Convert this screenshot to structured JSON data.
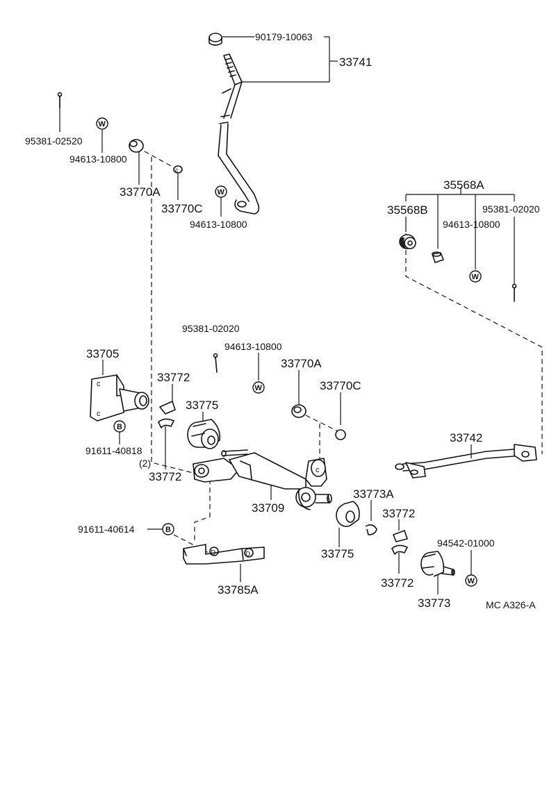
{
  "parts": {
    "p33741": "33741",
    "p90179_10063": "90179-10063",
    "p95381_02520": "95381-02520",
    "p94613_10800_a": "94613-10800",
    "p33770A_a": "33770A",
    "p33770C_a": "33770C",
    "p94613_10800_b": "94613-10800",
    "p35568A": "35568A",
    "p35568B": "35568B",
    "p95381_02020_a": "95381-02020",
    "p94613_10800_c": "94613-10800",
    "p95381_02020_b": "95381-02020",
    "p94613_10800_d": "94613-10800",
    "p33705": "33705",
    "p33772_a": "33772",
    "p33775_a": "33775",
    "p33770A_b": "33770A",
    "p33770C_b": "33770C",
    "p91611_40818": "91611-40818",
    "p91611_40818_qty": "(2)",
    "p33772_b": "33772",
    "p33742": "33742",
    "p33709": "33709",
    "p33773A": "33773A",
    "p33772_c": "33772",
    "p91611_40614": "91611-40614",
    "p33775_b": "33775",
    "p94542_01000": "94542-01000",
    "p33772_d": "33772",
    "p33773": "33773",
    "p33785A": "33785A"
  },
  "symbols": {
    "washer": "W",
    "bolt": "B"
  },
  "footer": {
    "code": "MC  A326-A"
  }
}
